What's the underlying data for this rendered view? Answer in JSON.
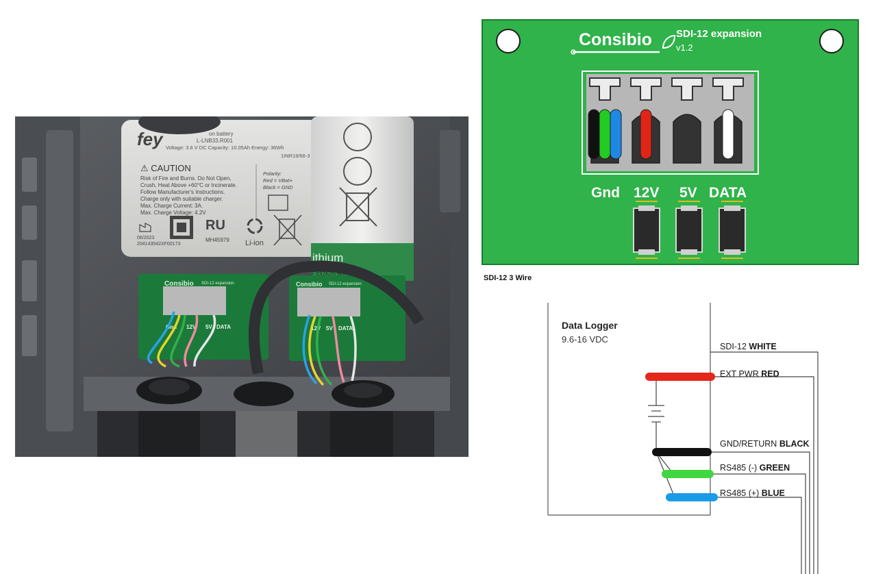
{
  "photo": {
    "battery": {
      "brand": "fey",
      "line1": "on battery",
      "line2": "L-LNB33.R001",
      "line3": "Voltage: 3.6 V DC  Capacity: 10.05Ah  Energy: 36Wh",
      "code": "1INR19/66-3",
      "caution_title": "⚠ CAUTION",
      "caution_lines": [
        "Risk of Fire and Burns. Do Not Open,",
        "Crush, Heat Above +60°C or Incinerate.",
        "Follow Manufacturer's Instructions.",
        "Charge only with suitable charger.",
        "Max. Charge Current: 3A.",
        "Max. Charge Voltage: 4.2V"
      ],
      "polarity_lines": [
        "Polarity:",
        "Red = VBat+",
        "Black = GND"
      ],
      "date": "06/2023",
      "serial": "204143542XF00173",
      "cert_mark": "MH45979",
      "liion": "Li-ion"
    },
    "cell": {
      "label": "ithium",
      "code": "E337625  6/2"
    },
    "boards": [
      {
        "brand": "Consibio",
        "title": "SDI-12 expansion",
        "labels": [
          "Gnd",
          "12V",
          "5V",
          "DATA"
        ]
      },
      {
        "brand": "Consibio",
        "title": "SDI-12 expansion",
        "labels": [
          "12V",
          "5V",
          "DATA"
        ]
      }
    ]
  },
  "board": {
    "brand": "Consibio",
    "title": "SDI-12 expansion",
    "version": "v1.2",
    "terminals": [
      {
        "label": "Gnd",
        "wires": [
          "#111111",
          "#22cc22",
          "#1e88e5"
        ]
      },
      {
        "label": "12V",
        "wires": [
          "#e02418"
        ]
      },
      {
        "label": "5V",
        "wires": []
      },
      {
        "label": "DATA",
        "wires": [
          "#ffffff"
        ]
      }
    ],
    "colors": {
      "pcb": "#2fb34a",
      "edge": "#1c7a2f",
      "connector": "#b7b7b7"
    }
  },
  "wiring": {
    "title": "SDI-12 3 Wire",
    "logger_title": "Data Logger",
    "logger_voltage": "9.6-16 VDC",
    "wires": [
      {
        "prefix": "SDI-12 ",
        "color_name": "WHITE",
        "color": "#ffffff"
      },
      {
        "prefix": "EXT PWR ",
        "color_name": "RED",
        "color": "#e5261a"
      },
      {
        "prefix": "GND/RETURN ",
        "color_name": "BLACK",
        "color": "#111111"
      },
      {
        "prefix": "RS485 (-) ",
        "color_name": "GREEN",
        "color": "#3fd63f"
      },
      {
        "prefix": "RS485 (+) ",
        "color_name": "BLUE",
        "color": "#1a9be8"
      }
    ]
  }
}
